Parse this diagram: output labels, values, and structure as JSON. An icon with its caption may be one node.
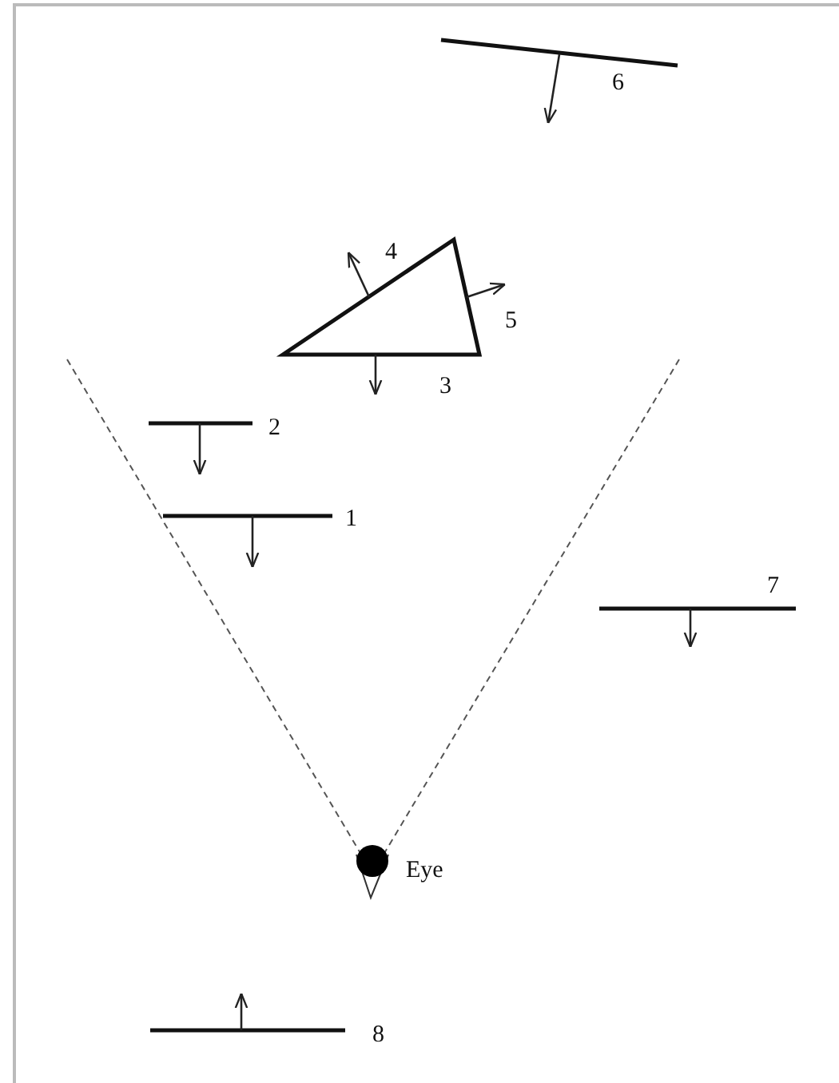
{
  "diagram": {
    "labels": [
      "6",
      "4",
      "5",
      "3",
      "2",
      "1",
      "7",
      "Eye",
      "8"
    ]
  }
}
